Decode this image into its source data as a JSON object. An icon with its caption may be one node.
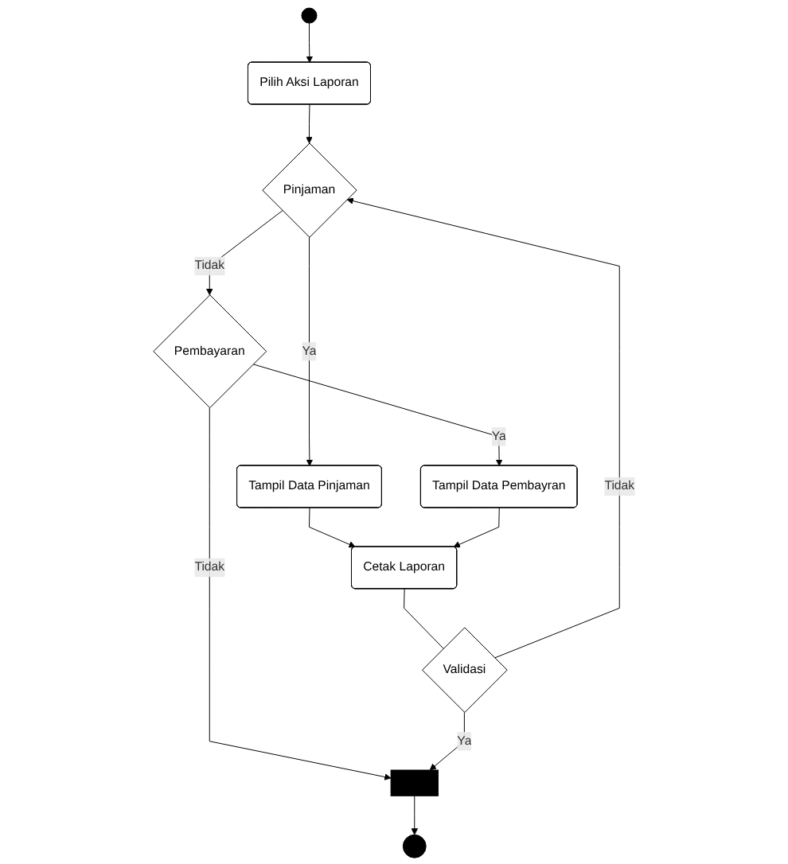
{
  "diagram": {
    "nodes": [
      {
        "text": [],
        "shape": "circle"
      },
      {
        "text": [
          "Pilih Aksi Laporan"
        ]
      },
      {
        "text": [
          "Pinjaman"
        ]
      },
      {
        "text": [
          "Tampil Data Pinjaman"
        ]
      },
      {
        "text": [
          "Pembayaran"
        ]
      },
      {
        "text": [
          "Tampil Data Pembayran"
        ]
      },
      {
        "text": [
          "Cetak Laporan"
        ]
      },
      {
        "text": [
          "Validasi"
        ]
      },
      {
        "text": [],
        "shape": "bar"
      },
      {
        "text": [],
        "shape": "circle"
      }
    ],
    "edges": [
      {
        "from": 0,
        "to": 1,
        "arrow": "to"
      },
      {
        "from": 1,
        "to": 2,
        "arrow": "to"
      },
      {
        "from": 2,
        "to": 3,
        "label": "Ya",
        "arrow": "to"
      },
      {
        "from": 2,
        "to": 4,
        "label": "Tidak",
        "arrow": "to"
      },
      {
        "from": 4,
        "to": 5,
        "label": "Ya",
        "arrow": "to"
      },
      {
        "from": 3,
        "to": 6,
        "arrow": "to"
      },
      {
        "from": 5,
        "to": 6,
        "arrow": "to"
      },
      {
        "from": 4,
        "to": 8,
        "label": "Tidak",
        "arrow": "to"
      },
      {
        "from": 6,
        "to": 7,
        "arrow": "none"
      },
      {
        "from": 7,
        "to": 8,
        "label": "Ya",
        "arrow": "to"
      },
      {
        "from": 7,
        "to": 2,
        "label": "Tidak",
        "arrow": "to"
      },
      {
        "from": 8,
        "to": 9,
        "arrow": "to"
      }
    ]
  }
}
